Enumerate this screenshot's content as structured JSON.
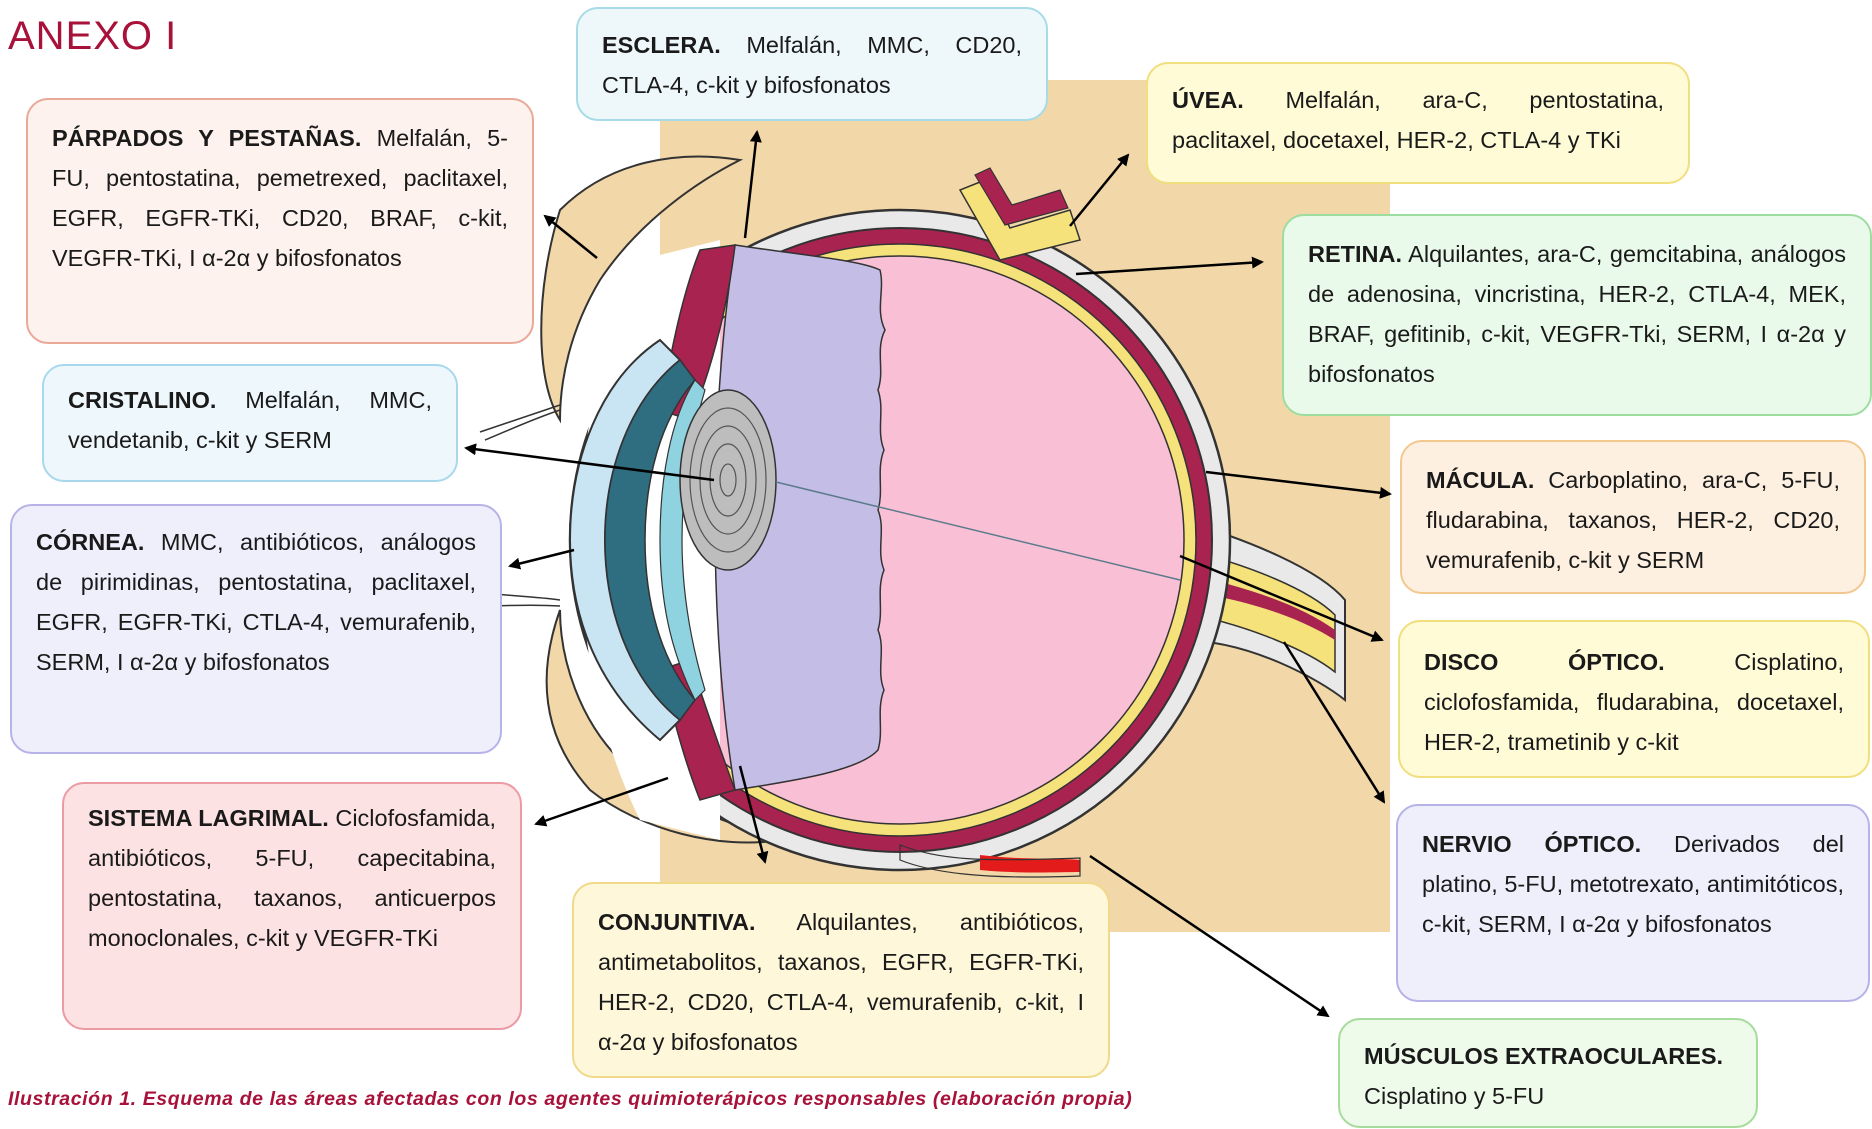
{
  "title": "ANEXO I",
  "caption": "Ilustración 1. Esquema de las áreas afectadas con los agentes quimioterápicos responsables (elaboración propia)",
  "boxes": {
    "parpados": {
      "label": "PÁRPADOS Y PESTAÑAS.",
      "text": "Melfalán, 5-FU, pentostatina, pemetrexed, paclitaxel, EGFR, EGFR-TKi, CD20, BRAF, c-kit, VEGFR-TKi, I α-2α y bifosfonatos"
    },
    "esclera": {
      "label": "ESCLERA.",
      "text": "Melfalán, MMC, CD20, CTLA-4, c-kit y bifosfonatos"
    },
    "uvea": {
      "label": "ÚVEA.",
      "text": "Melfalán, ara-C, pentostatina, paclitaxel, docetaxel, HER-2, CTLA-4 y TKi"
    },
    "retina": {
      "label": "RETINA.",
      "text": "Alquilantes, ara-C, gemcitabina, análogos de adenosina, vincristina, HER-2, CTLA-4, MEK, BRAF, gefitinib, c-kit, VEGFR-Tki, SERM, I α-2α y bifosfonatos"
    },
    "cristalino": {
      "label": "CRISTALINO.",
      "text": "Melfalán, MMC, vendetanib, c-kit y SERM"
    },
    "cornea": {
      "label": "CÓRNEA.",
      "text": "MMC, antibióticos, análogos de pirimidinas, pentostatina, paclitaxel, EGFR, EGFR-TKi, CTLA-4, vemurafenib, SERM, I α-2α y bifosfonatos"
    },
    "macula": {
      "label": "MÁCULA.",
      "text": "Carboplatino, ara-C, 5-FU, fludarabina, taxanos, HER-2, CD20, vemurafenib, c-kit y SERM"
    },
    "disco": {
      "label": "DISCO ÓPTICO.",
      "text": "Cisplatino, ciclofosfamida, fludarabina, docetaxel, HER-2, trametinib y c-kit"
    },
    "lagrimal": {
      "label": "SISTEMA LAGRIMAL.",
      "text": "Ciclofosfamida, antibióticos, 5-FU, capecitabina, pentostatina, taxanos, anticuerpos monoclonales, c-kit y VEGFR-TKi"
    },
    "conjuntiva": {
      "label": "CONJUNTIVA.",
      "text": "Alquilantes, antibióticos, antimetabolitos, taxanos, EGFR, EGFR-TKi, HER-2, CD20, CTLA-4, vemurafenib, c-kit, I α-2α y bifosfonatos"
    },
    "nervio": {
      "label": "NERVIO ÓPTICO.",
      "text": "Derivados del platino, 5-FU, metotrexato, antimitóticos, c-kit, SERM, I α-2α y bifosfonatos"
    },
    "musculos": {
      "label": "MÚSCULOS EXTRAOCULARES.",
      "text": "Cisplatino y 5-FU"
    }
  },
  "colors": {
    "title": "#a8113a",
    "background_tissue": "#f2d7a9",
    "sclera": "#e9e9e9",
    "choroid": "#a8234f",
    "retina_yellow": "#f6e27a",
    "vitreous": "#f9bfd5",
    "lens_capsule": "#c4bde6",
    "cornea": "#c9e4f3",
    "anterior_chamber": "#2f6e80",
    "muscle": "#e41b1b"
  }
}
